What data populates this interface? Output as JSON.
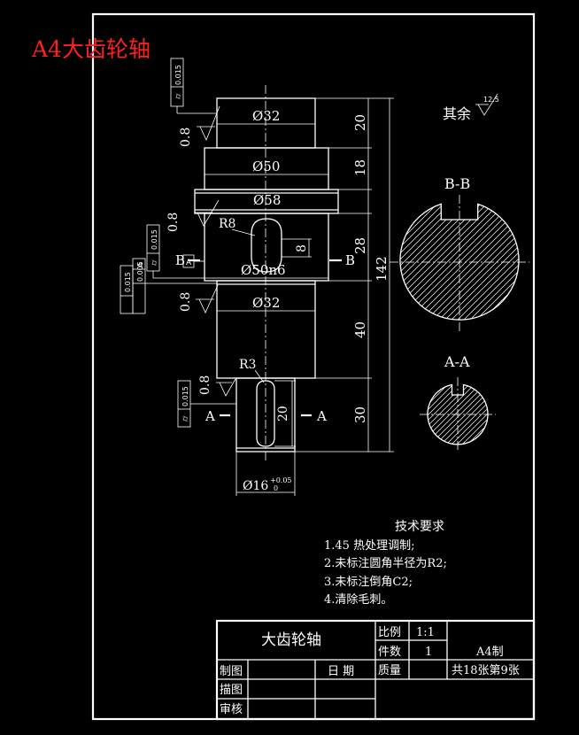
{
  "corner_label": "A4大齿轮轴",
  "dims": {
    "d32_top": "Ø32",
    "d50": "Ø50",
    "d58": "Ø58",
    "d50n6": "Ø50n6",
    "d32_mid": "Ø32",
    "d16": "Ø16",
    "d16_tol": "+0.05",
    "d16_tol2": "0",
    "r8": "R8",
    "r3": "R3",
    "w8": "8",
    "w20": "20",
    "len20": "20",
    "len18": "18",
    "len28": "28",
    "len40": "40",
    "len30": "30",
    "len142": "142"
  },
  "roughness": {
    "r1": "0.8",
    "r2": "0.8",
    "r3": "0.8",
    "r4": "0.8",
    "other_label": "其余",
    "other_value": "12.5"
  },
  "tolerance_frames": {
    "f1_value": "0.015",
    "f2_value": "0.015",
    "f3_value": "0.015",
    "f3_ref": "A",
    "f3_b_value": "0.005",
    "f4_value": "0.015",
    "datum": "A"
  },
  "sections": {
    "bb_title": "B-B",
    "aa_title": "A-A",
    "b_left": "B",
    "b_right": "B",
    "a_left": "A",
    "a_right": "A"
  },
  "tech_req": {
    "title": "技术要求",
    "items": [
      "1.45  热处理调制;",
      "2.未标注圆角半径为R2;",
      "3.未标注倒角C2;",
      "4.清除毛刺。"
    ]
  },
  "title_block": {
    "part_name": "大齿轮轴",
    "scale_label": "比例",
    "scale_value": "1:1",
    "qty_label": "件数",
    "qty_value": "1",
    "size_label": "A4制",
    "mass_label": "质量",
    "sheet_info": "共18张第9张",
    "drawn_label": "制图",
    "date_label": "日  期",
    "traced_label": "描图",
    "checked_label": "审核"
  }
}
